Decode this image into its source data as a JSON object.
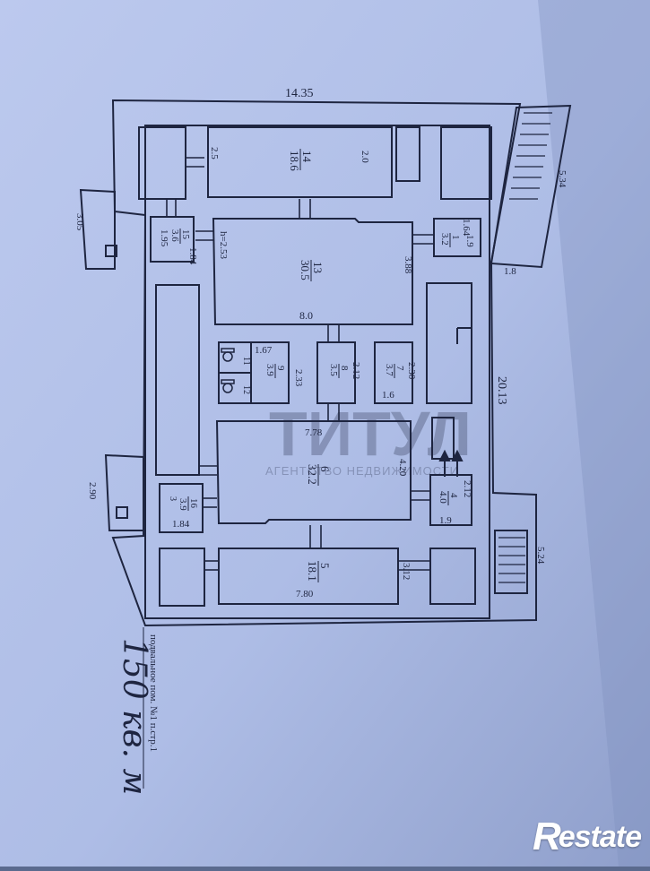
{
  "plan": {
    "overall": {
      "top_width": "14.35",
      "right_length": "20.13"
    },
    "rooms": [
      {
        "no": "14",
        "area": "18.6"
      },
      {
        "no": "13",
        "area": "30.5"
      },
      {
        "no": "15",
        "area": "3.6"
      },
      {
        "no": "1",
        "area": "3.2"
      },
      {
        "no": "9",
        "area": "3.9"
      },
      {
        "no": "8",
        "area": "3.5"
      },
      {
        "no": "7",
        "area": "3.7"
      },
      {
        "no": "6",
        "area": "32.2"
      },
      {
        "no": "16",
        "area": "3.9"
      },
      {
        "no": "4",
        "area": "4.0"
      },
      {
        "no": "5",
        "area": "18.1"
      }
    ],
    "small_rooms": [
      "11",
      "12",
      "3"
    ],
    "dims": {
      "d_2_5": "2.5",
      "d_2_0": "2.0",
      "d_5_34_top": "5.34",
      "d_3_05": "3.05",
      "d_1_95": "1.95",
      "d_1_84_top": "1.84",
      "d_2_53": "h=2.53",
      "d_3_88": "3.88",
      "d_1_64": "1.64",
      "d_1_9_top": "1.9",
      "d_1_8": "1.8",
      "d_8_0": "8.0",
      "d_1_67": "1.67",
      "d_2_33": "2.33",
      "d_2_12_mid": "2.12",
      "d_2_30": "2.30",
      "d_1_6": "1.6",
      "d_7_78": "7.78",
      "d_4_20": "4.20",
      "d_2_90": "2.90",
      "d_1_84_bot": "1.84",
      "d_2_12_right": "2.12",
      "d_1_9_bot": "1.9",
      "d_5_24": "5.24",
      "d_3_12": "3.12",
      "d_7_80": "7.80"
    },
    "caption": "подвальное пом. №1 п.стр.1"
  },
  "handwriting": "150 кв. м",
  "watermark": {
    "title": "ТИТУЛ",
    "subtitle": "АГЕНТСТВО НЕДВИЖИМОСТИ"
  },
  "brand": {
    "r": "R",
    "rest": "estate"
  },
  "colors": {
    "sheet": "#aebde6",
    "ink": "#1e2540",
    "background": "#5a6a8e"
  }
}
